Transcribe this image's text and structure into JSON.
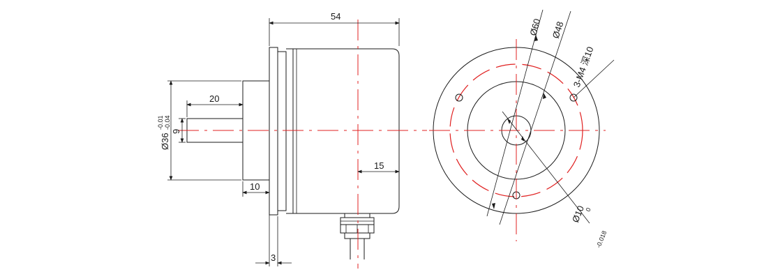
{
  "dimensions": {
    "overall_length": "54",
    "shaft_length": "20",
    "shaft_dia": "9",
    "pilot_dia": "Ø36",
    "pilot_tol_upper": "-0.01",
    "pilot_tol_lower": "-0.04",
    "pilot_depth": "10",
    "flange_thickness": "3",
    "cable_offset": "15",
    "outer_dia": "Ø60",
    "pcd": "Ø48",
    "mount_holes": "3-M4 深10",
    "bore_dia": "Ø10",
    "bore_tol_upper": "0",
    "bore_tol_lower": "-0.018"
  },
  "colors": {
    "outline": "#1a1a1a",
    "centerline": "#e02020"
  }
}
